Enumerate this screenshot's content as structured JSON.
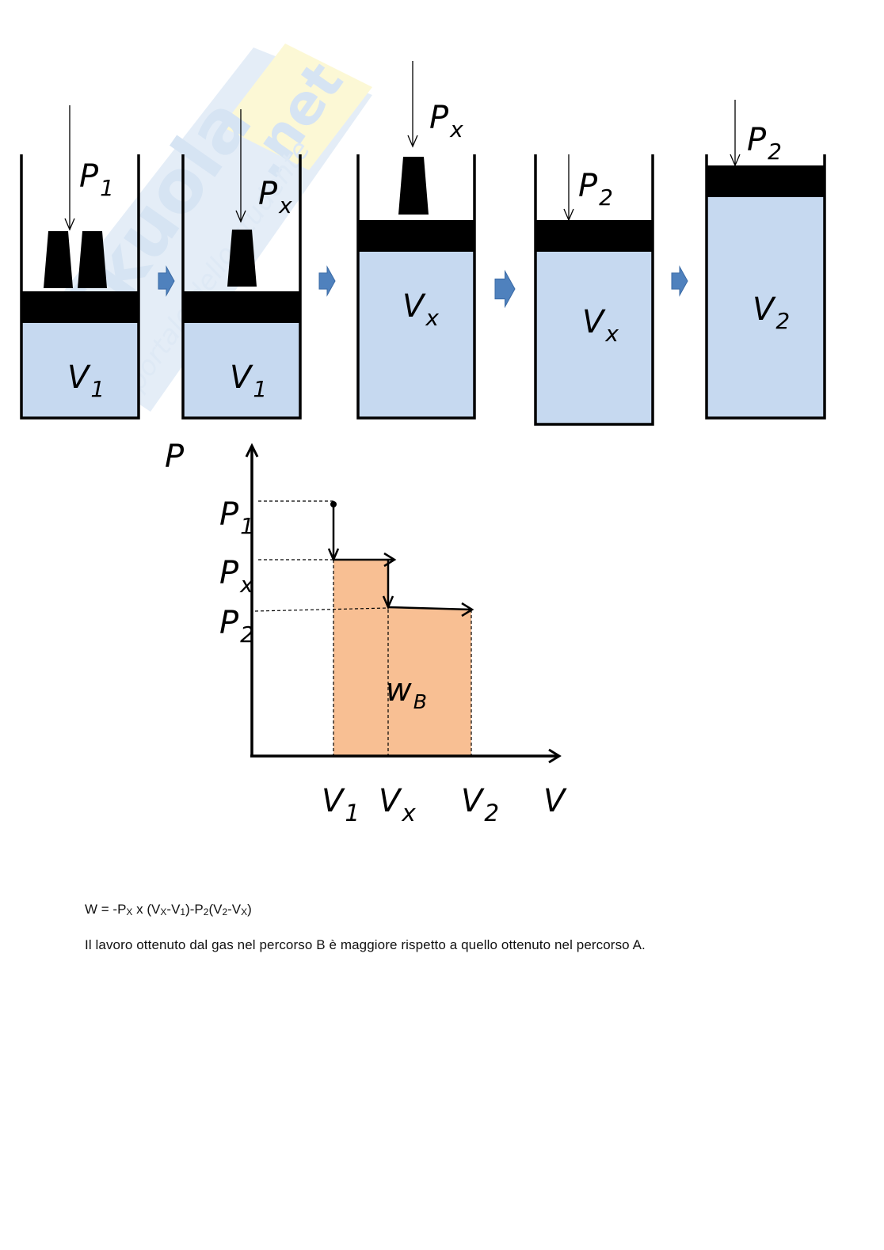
{
  "watermark": {
    "brand": "Skuola",
    "tld": ".net",
    "tagline": "il portale dello studente"
  },
  "colors": {
    "gas": "#c6d9f0",
    "piston": "#000000",
    "step_arrow": "#4f81bd",
    "work_area": "#f8bf93",
    "watermark_blue": "#dce8f5",
    "watermark_yellow": "#fbf6c8"
  },
  "cylinders": [
    {
      "pressure_label": "P",
      "pressure_sub": "1",
      "volume_label": "V",
      "volume_sub": "1",
      "weights": 2
    },
    {
      "pressure_label": "P",
      "pressure_sub": "x",
      "volume_label": "V",
      "volume_sub": "1",
      "weights": 1
    },
    {
      "pressure_label": "P",
      "pressure_sub": "x",
      "volume_label": "V",
      "volume_sub": "x",
      "weights": 1
    },
    {
      "pressure_label": "P",
      "pressure_sub": "2",
      "volume_label": "V",
      "volume_sub": "x",
      "weights": 0
    },
    {
      "pressure_label": "P",
      "pressure_sub": "2",
      "volume_label": "V",
      "volume_sub": "2",
      "weights": 0
    }
  ],
  "step_arrows": [
    "step-1",
    "step-2",
    "step-3",
    "step-4"
  ],
  "chart_data": {
    "type": "area",
    "title": "",
    "xlabel": "V",
    "ylabel": "P",
    "x_ticks": [
      {
        "main": "V",
        "sub": "1"
      },
      {
        "main": "V",
        "sub": "x"
      },
      {
        "main": "V",
        "sub": "2"
      }
    ],
    "y_ticks": [
      {
        "main": "P",
        "sub": "1"
      },
      {
        "main": "P",
        "sub": "x"
      },
      {
        "main": "P",
        "sub": "2"
      }
    ],
    "x_values": {
      "V1": 1.0,
      "Vx": 1.7,
      "V2": 2.75,
      "max": 3.9
    },
    "y_values": {
      "P1": 3.2,
      "Px": 2.45,
      "P2": 1.8,
      "max": 3.95
    },
    "path": [
      {
        "from": "(V1,P1)",
        "to": "(V1,Px)",
        "kind": "isochoric drop"
      },
      {
        "from": "(V1,Px)",
        "to": "(Vx,Px)",
        "kind": "isobaric expansion"
      },
      {
        "from": "(Vx,Px)",
        "to": "(Vx,P2)",
        "kind": "isochoric drop"
      },
      {
        "from": "(Vx,P2)",
        "to": "(V2,P2)",
        "kind": "isobaric expansion"
      }
    ],
    "shaded_area_label": {
      "main": "w",
      "sub": "B"
    },
    "grid": false,
    "legend": "none"
  },
  "text": {
    "formula": "W = -Pₓ x (Vₓ-V₁)-P₂(V₂-Vₓ)",
    "formula_parts": [
      {
        "t": "W = -P"
      },
      {
        "s": "X"
      },
      {
        "t": " x (V"
      },
      {
        "s": "X"
      },
      {
        "t": "-V"
      },
      {
        "s": "1"
      },
      {
        "t": ")-P"
      },
      {
        "s": "2"
      },
      {
        "t": "(V"
      },
      {
        "s": "2"
      },
      {
        "t": "-V"
      },
      {
        "s": "X"
      },
      {
        "t": ")"
      }
    ],
    "conclusion": "Il lavoro ottenuto dal gas nel percorso B è maggiore rispetto a quello ottenuto nel percorso A."
  }
}
